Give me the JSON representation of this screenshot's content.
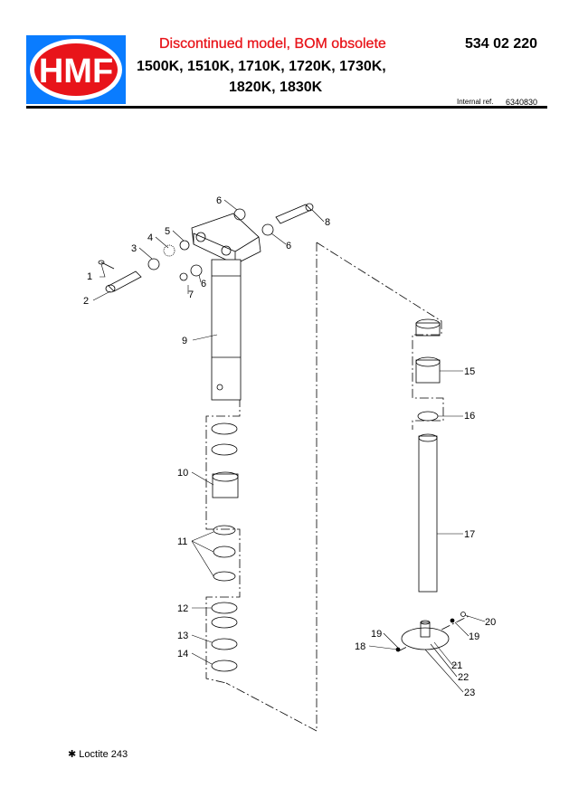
{
  "header": {
    "logo_text": "HMF",
    "status": "Discontinued model, BOM obsolete",
    "part_number": "534 02 220",
    "models_line1": "1500K, 1510K, 1710K, 1720K, 1730K,",
    "models_line2": "1820K, 1830K",
    "internal_ref_label": "Internal ref.",
    "internal_ref_value": "6340830"
  },
  "callouts": [
    "1",
    "2",
    "3",
    "4",
    "5",
    "6",
    "6",
    "6",
    "7",
    "8",
    "9",
    "10",
    "11",
    "12",
    "13",
    "14",
    "15",
    "16",
    "17",
    "18",
    "19",
    "19",
    "20",
    "21",
    "22",
    "23"
  ],
  "footnote": {
    "symbol": "✱",
    "text": "Loctite 243"
  },
  "colors": {
    "brand_blue": "#0a7cff",
    "brand_red": "#e8141a"
  }
}
